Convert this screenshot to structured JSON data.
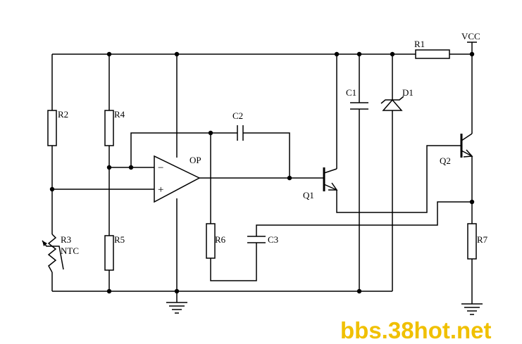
{
  "labels": {
    "vcc": "VCC",
    "r1": "R1",
    "r2": "R2",
    "r3": "R3",
    "ntc": "NTC",
    "r4": "R4",
    "r5": "R5",
    "r6": "R6",
    "r7": "R7",
    "c1": "C1",
    "c2": "C2",
    "c3": "C3",
    "d1": "D1",
    "q1": "Q1",
    "q2": "Q2",
    "op": "OP",
    "minus": "−",
    "plus": "+"
  },
  "watermark": {
    "text": "bbs.38hot.net",
    "color": "#f0c000"
  }
}
